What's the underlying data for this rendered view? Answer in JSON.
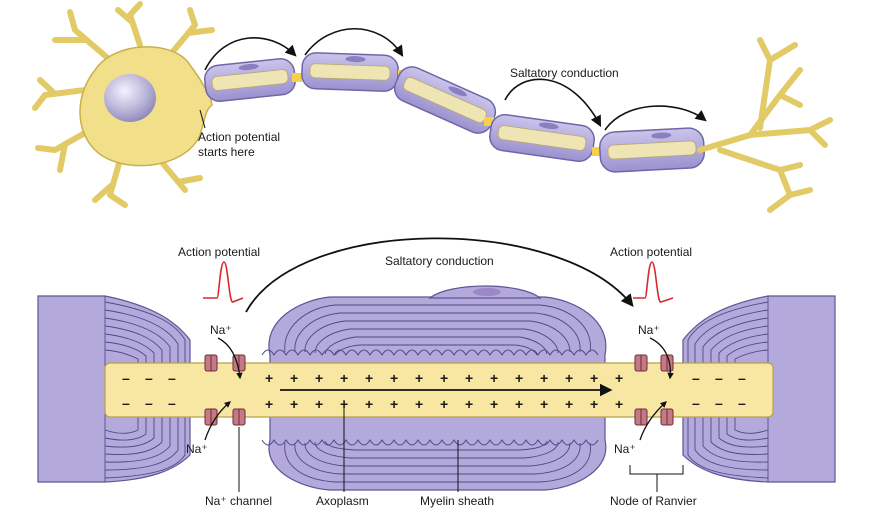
{
  "top_figure": {
    "label_start": [
      "Action potential",
      "starts here"
    ],
    "label_saltatory": "Saltatory conduction"
  },
  "bottom_figure": {
    "label_action_potential_left": "Action potential",
    "label_action_potential_right": "Action potential",
    "label_saltatory": "Saltatory conduction",
    "ion_label": "Na⁺",
    "axon_signs": {
      "outside": "–",
      "inside": "+"
    },
    "callouts": {
      "channel": "Na⁺ channel",
      "axoplasm": "Axoplasm",
      "myelin": "Myelin sheath",
      "node": "Node of Ranvier"
    }
  },
  "colors": {
    "soma": "#f2df8a",
    "myelin": "#b3aadb",
    "myelin_dark": "#6f66a8",
    "axoplasm": "#f7e7a2",
    "channel": "#c47a86",
    "ap_trace": "#d62b2b"
  }
}
